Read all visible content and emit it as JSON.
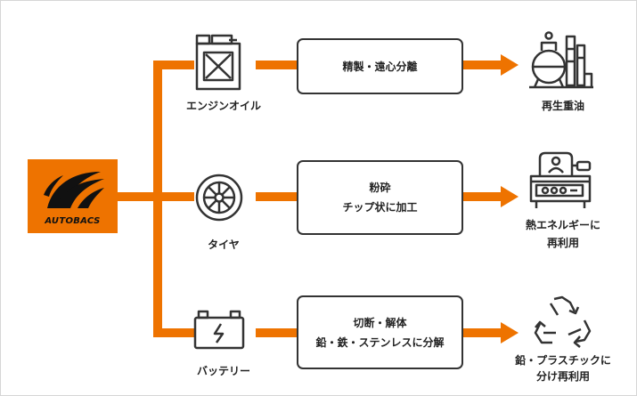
{
  "logo": {
    "brand": "AUTOBACS",
    "color": "#ee7300"
  },
  "colors": {
    "connector": "#ee7300",
    "stroke": "#333333"
  },
  "rows": [
    {
      "source_label": "エンジンオイル",
      "source_icon": "jerry-can-icon",
      "process_lines": [
        "精製・遠心分離"
      ],
      "result_lines": [
        "再生重油"
      ],
      "result_icon": "refinery-icon"
    },
    {
      "source_label": "タイヤ",
      "source_icon": "tire-icon",
      "process_lines": [
        "粉砕",
        "チップ状に加工"
      ],
      "result_lines": [
        "熱エネルギーに",
        "再利用"
      ],
      "result_icon": "furnace-machine-icon"
    },
    {
      "source_label": "バッテリー",
      "source_icon": "battery-icon",
      "process_lines": [
        "切断・解体",
        "鉛・鉄・ステンレスに分解"
      ],
      "result_lines": [
        "鉛・プラスチックに",
        "分け再利用"
      ],
      "result_icon": "recycle-icon"
    }
  ]
}
